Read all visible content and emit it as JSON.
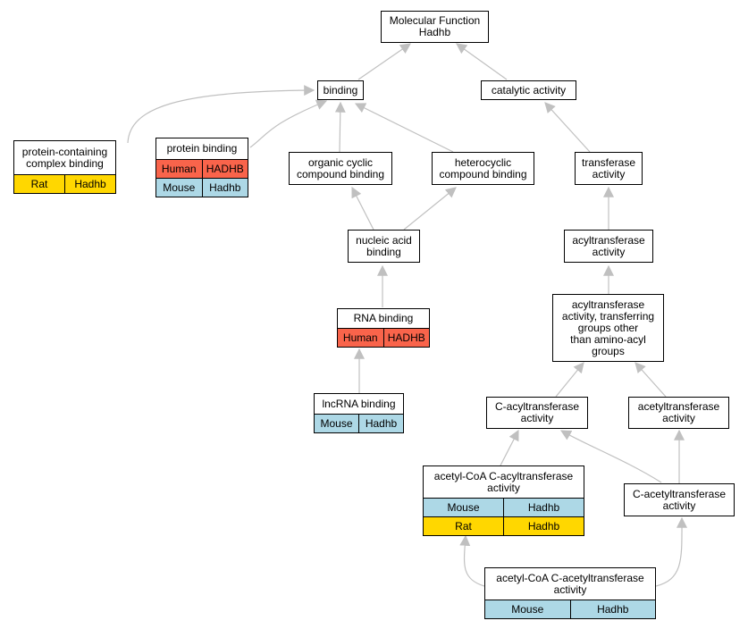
{
  "colors": {
    "human": "#f9644b",
    "mouse": "#add8e6",
    "rat": "#ffd700",
    "edge": "#c0c0c0"
  },
  "nodes": {
    "mf": {
      "label": "Molecular Function\nHadhb",
      "rows": []
    },
    "bind": {
      "label": "binding",
      "rows": []
    },
    "cat": {
      "label": "catalytic activity",
      "rows": []
    },
    "pccb": {
      "label": "protein-containing\ncomplex binding",
      "rows": [
        {
          "species": "Rat",
          "gene": "Hadhb",
          "color": "rat"
        }
      ]
    },
    "pb": {
      "label": "protein binding",
      "rows": [
        {
          "species": "Human",
          "gene": "HADHB",
          "color": "human"
        },
        {
          "species": "Mouse",
          "gene": "Hadhb",
          "color": "mouse"
        }
      ]
    },
    "occb": {
      "label": "organic cyclic\ncompound binding",
      "rows": []
    },
    "hcb": {
      "label": "heterocyclic\ncompound binding",
      "rows": []
    },
    "trans": {
      "label": "transferase\nactivity",
      "rows": []
    },
    "nab": {
      "label": "nucleic acid\nbinding",
      "rows": []
    },
    "acyl": {
      "label": "acyltransferase\nactivity",
      "rows": []
    },
    "rnab": {
      "label": "RNA binding",
      "rows": [
        {
          "species": "Human",
          "gene": "HADHB",
          "color": "human"
        }
      ]
    },
    "acylo": {
      "label": "acyltransferase\nactivity, transferring\ngroups other\nthan amino-acyl\ngroups",
      "rows": []
    },
    "lnc": {
      "label": "lncRNA binding",
      "rows": [
        {
          "species": "Mouse",
          "gene": "Hadhb",
          "color": "mouse"
        }
      ]
    },
    "cacyl": {
      "label": "C-acyltransferase\nactivity",
      "rows": []
    },
    "acet": {
      "label": "acetyltransferase\nactivity",
      "rows": []
    },
    "acoa": {
      "label": "acetyl-CoA C-acyltransferase\nactivity",
      "rows": [
        {
          "species": "Mouse",
          "gene": "Hadhb",
          "color": "mouse"
        },
        {
          "species": "Rat",
          "gene": "Hadhb",
          "color": "rat"
        }
      ]
    },
    "cacet": {
      "label": "C-acetyltransferase\nactivity",
      "rows": []
    },
    "acoacet": {
      "label": "acetyl-CoA C-acetyltransferase\nactivity",
      "rows": [
        {
          "species": "Mouse",
          "gene": "Hadhb",
          "color": "mouse"
        }
      ]
    }
  }
}
